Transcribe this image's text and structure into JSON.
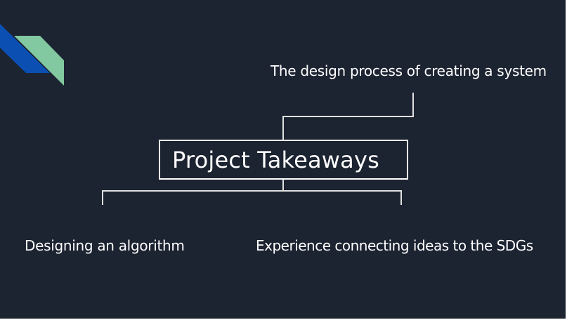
{
  "diagram": {
    "root": {
      "label": "Project Takeaways"
    },
    "children": [
      {
        "label": "The design process of creating a system"
      },
      {
        "label": "Designing an algorithm"
      },
      {
        "label": "Experience connecting ideas to the SDGs"
      }
    ]
  },
  "colors": {
    "background": "#1c2331",
    "text": "#ffffff",
    "connector": "#e0e0e0",
    "accent_blue": "#0b4fb3",
    "accent_green": "#82c8a0"
  }
}
